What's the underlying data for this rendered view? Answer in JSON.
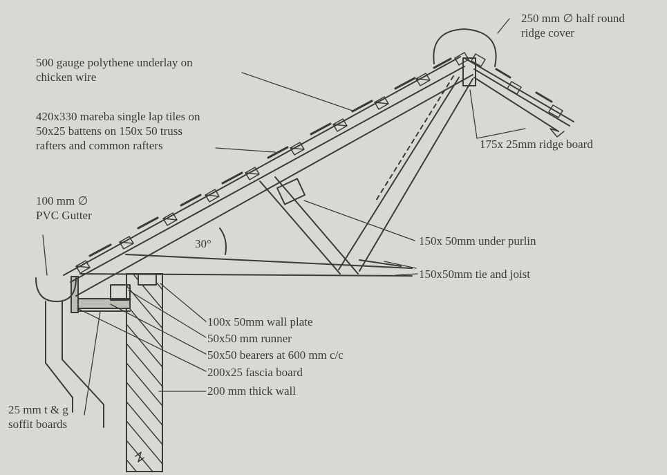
{
  "labels": {
    "ridge_cover": [
      "250 mm ∅ half round",
      "ridge cover"
    ],
    "underlay": [
      "500 gauge polythene underlay on",
      "chicken wire"
    ],
    "tiles": [
      "420x330 mareba single lap tiles on",
      "50x25 battens on 150x 50 truss",
      "rafters and common rafters"
    ],
    "ridge_board": "175x 25mm ridge board",
    "gutter": [
      "100 mm ∅",
      "PVC Gutter"
    ],
    "angle": "30°",
    "purlin": "150x 50mm under purlin",
    "tie_joist": "150x50mm tie and joist",
    "wall_plate": "100x 50mm wall plate",
    "runner": "50x50 mm runner",
    "bearers": "50x50 bearers at 600 mm c/c",
    "fascia": "200x25 fascia board",
    "wall": "200 mm thick wall",
    "soffit": [
      "25 mm t & g",
      "soffit boards"
    ]
  },
  "colors": {
    "background": "#d9d9d3",
    "ink": "#3a3a3a"
  }
}
